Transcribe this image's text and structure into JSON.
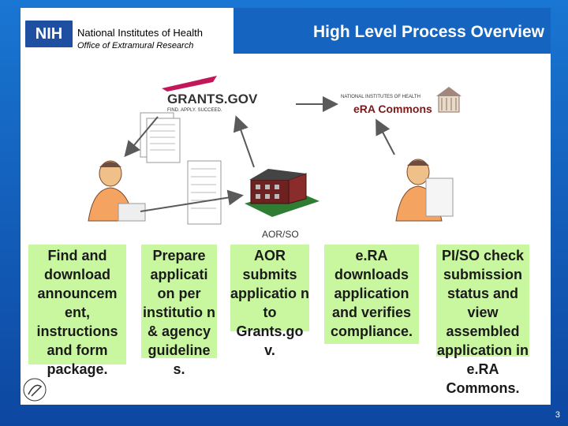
{
  "header": {
    "logo_text": "NIH",
    "org_name": "National Institutes of Health",
    "org_sub": "Office of Extramural Research",
    "title": "High Level Process Overview"
  },
  "logos": {
    "grants_gov": "GRANTS.GOV",
    "grants_tagline": "FIND. APPLY. SUCCEED.",
    "era_top": "NATIONAL INSTITUTES OF HEALTH",
    "era_name": "eRA Commons"
  },
  "edge_label": "AOR/SO",
  "steps": [
    {
      "text": "Find and download announcem ent, instructions and form package."
    },
    {
      "text": "Prepare applicati on per institutio n & agency guideline s."
    },
    {
      "text": "AOR submits applicatio n to Grants.go v."
    },
    {
      "text": "e.RA downloads application and verifies compliance."
    },
    {
      "text": "PI/SO check submission status and view assembled application in e.RA Commons."
    }
  ],
  "footer": {
    "page_number": "3"
  },
  "colors": {
    "step_fill": "#c9f7a0",
    "header_blue": "#1565c0",
    "arrow": "#5a5a5a"
  }
}
